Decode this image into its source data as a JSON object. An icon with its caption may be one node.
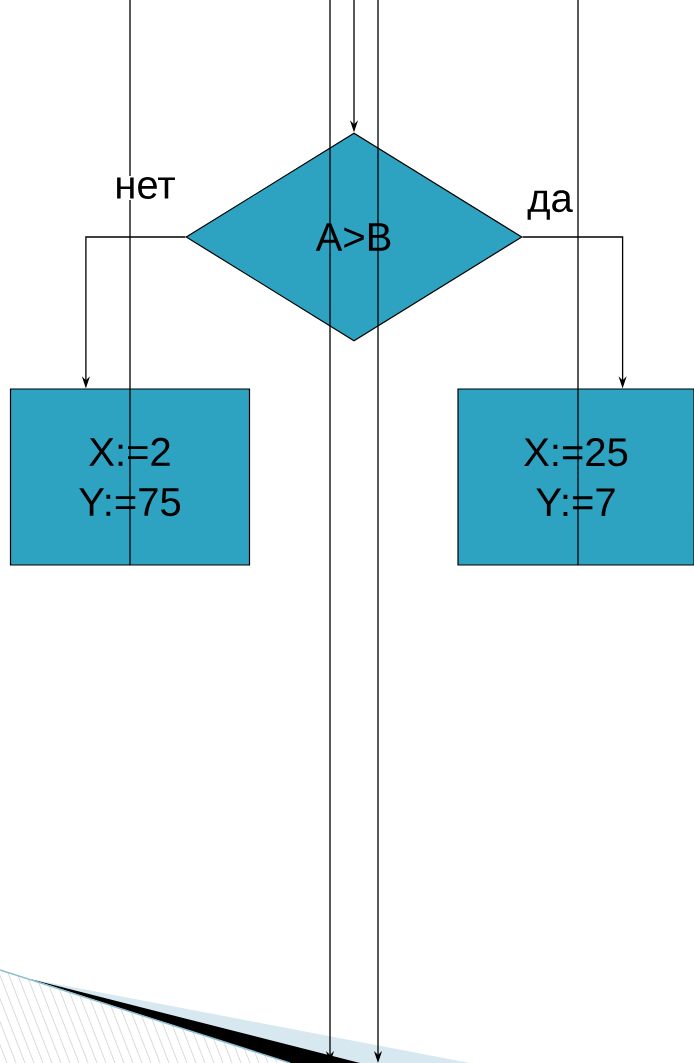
{
  "diagram": {
    "nodes": [
      {
        "text": [
          "A>B"
        ]
      },
      {
        "text": [
          "X:=2 Y:=75"
        ]
      },
      {
        "text": [
          "X:=25 Y:=7"
        ]
      }
    ],
    "edges": [
      {
        "from": null,
        "to": 0,
        "arrow": "to"
      },
      {
        "from": 0,
        "to": 1,
        "arrow": "to",
        "label": "нет"
      },
      {
        "from": 0,
        "to": 2,
        "arrow": "to",
        "label": "да"
      }
    ]
  }
}
